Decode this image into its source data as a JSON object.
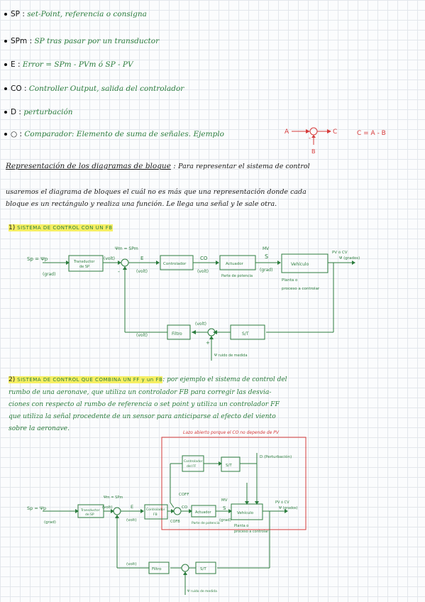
{
  "defs": [
    {
      "label": "SP",
      "text": "set-Point, referencia o consigna"
    },
    {
      "label": "SPm",
      "text": "SP tras pasar por un transductor"
    },
    {
      "label": "E",
      "text": "Error = SPm - PVm ó SP - PV"
    },
    {
      "label": "CO",
      "text": "Controller Output, salida del controlador"
    },
    {
      "label": "D",
      "text": "perturbación"
    },
    {
      "label": "○",
      "text": "Comparador: Elemento de suma de señales. Ejemplo"
    }
  ],
  "example": {
    "a": "A",
    "b": "B",
    "c": "C",
    "formula": "C = A - B"
  },
  "section": {
    "heading": "Representación de los diagramas de bloque",
    "text1": "Para representar el sistema de control",
    "text2": "usaremos el diagrama de bloques el cuál no es más que una representación donde cada",
    "text3": "bloque es un rectángulo y realiza una función. Le llega una señal y le sale otra."
  },
  "sub1": {
    "num": "1)",
    "title": "SISTEMA DE CONTROL CON UN FB"
  },
  "sub2": {
    "num": "2)",
    "title": "SISTEMA DE CONTROL QUE COMBINA UN FF y un FB",
    "lines": [
      ": por ejemplo el sistema de control del",
      "rumbo de una aeronave, que utiliza un controlador FB para corregir las desvia-",
      "ciones con respecto al rumbo de referencia o set point y utiliza un controlador FF",
      "que utiliza la señal procedente de un sensor para anticiparse al efecto del viento",
      "sobre la aeronave."
    ]
  },
  "d1": {
    "sp": "Sp = Ψp",
    "grad": "(grad)",
    "transd": [
      "Transductor",
      "de SP"
    ],
    "volt": "(volt)",
    "psim": "Ψm = SPm",
    "e": "E",
    "evolt": "(volt)",
    "ctrl": "Controlador",
    "co": "CO",
    "covolt": "(volt)",
    "act": "Actuador",
    "actsub": "Parte de potencia",
    "mv": "MV",
    "s": "S",
    "sgrad": "(grad)",
    "veh": "Vehículo",
    "vehsub": [
      "Planta o",
      "proceso a controlar"
    ],
    "pv": [
      "PV ó CV",
      "Ψ (grados)"
    ],
    "filtro": "Filtro",
    "st": "S/T",
    "fvolt1": "(volt)",
    "fvolt2": "(volt)",
    "ruido": "Ψ ruido de medida",
    "minus": "-",
    "plus": "+"
  },
  "d2": {
    "note": "Lazo abierto porque el CO no depende de PV",
    "ff": [
      "Controlador",
      "del FF"
    ],
    "st": "S/T",
    "dlabel": "D (Perturbación)",
    "coff": "COFF",
    "cofb": "COFB",
    "sp": "Sp = Ψp",
    "grad": "(grad)",
    "transd": [
      "Transductor",
      "de SP"
    ],
    "volt": "(volt)",
    "psim": "Ψm = SPm",
    "e": "E",
    "evolt": "(volt)",
    "ctrl": [
      "Controlador",
      "FB"
    ],
    "co": "CO",
    "act": "Actuador",
    "actsub": "Parte de potencia",
    "mv": "MV",
    "s": "S",
    "sgrad": "(grad)",
    "veh": "Vehículo",
    "vehsub": [
      "Planta o",
      "proceso a controlar"
    ],
    "pv": [
      "PV ó CV",
      "Ψ (grados)"
    ],
    "filtro": "Filtro",
    "st2": "S/T",
    "fvolt": "(volt)",
    "ruido": "Ψ ruido de medida"
  },
  "colors": {
    "ink": "#1b1b1b",
    "green": "#2c7d3e",
    "red": "#d63b3b",
    "highlight": "#f6ef63"
  }
}
